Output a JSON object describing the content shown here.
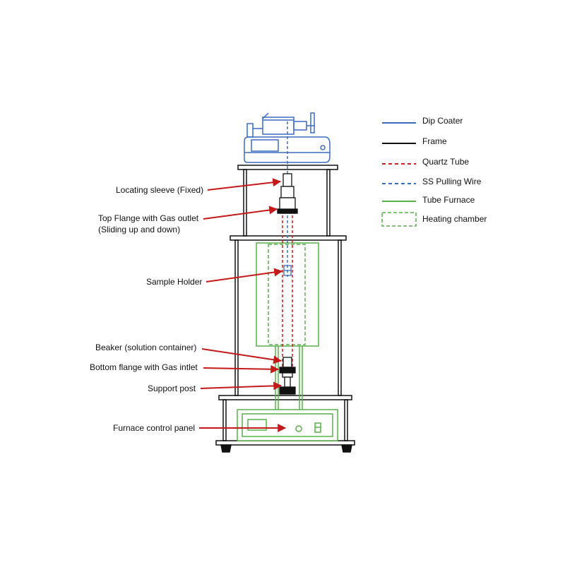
{
  "colors": {
    "dip_coater": "#3b6cc0",
    "frame": "#111111",
    "quartz_tube": "#cc1f1f",
    "pulling_wire": "#3b6cc0",
    "tube_furnace": "#59b04a",
    "arrow": "#c41a1a"
  },
  "legend": [
    {
      "label": "Dip Coater",
      "style": "solid",
      "color": "#3b6cc0"
    },
    {
      "label": "Frame",
      "style": "solid",
      "color": "#111111"
    },
    {
      "label": "Quartz Tube",
      "style": "dashed",
      "color": "#cc1f1f"
    },
    {
      "label": "SS Pulling Wire",
      "style": "dashed",
      "color": "#3b6cc0"
    },
    {
      "label": "Tube Furnace",
      "style": "solid",
      "color": "#59b04a"
    },
    {
      "label": "Heating chamber",
      "style": "dashed-box",
      "color": "#59b04a"
    }
  ],
  "callouts": {
    "locating_sleeve": "Locating sleeve (Fixed)",
    "top_flange_line1": "Top Flange with Gas outlet",
    "top_flange_line2": "(Sliding up and down)",
    "sample_holder": "Sample Holder",
    "beaker": "Beaker (solution container)",
    "bottom_flange": "Bottom flange with Gas intlet",
    "support_post": "Support post",
    "control_panel": "Furnace control panel"
  }
}
